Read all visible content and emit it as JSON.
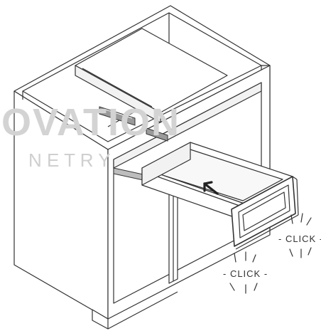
{
  "watermark": {
    "main": "OVATION",
    "sub": "N E T R Y"
  },
  "callouts": {
    "click_upper": "- CLICK -",
    "click_lower": "- CLICK -"
  },
  "colors": {
    "line": "#333333",
    "panel_shade": "#f2f2f2",
    "watermark": "#d3d3d3"
  }
}
